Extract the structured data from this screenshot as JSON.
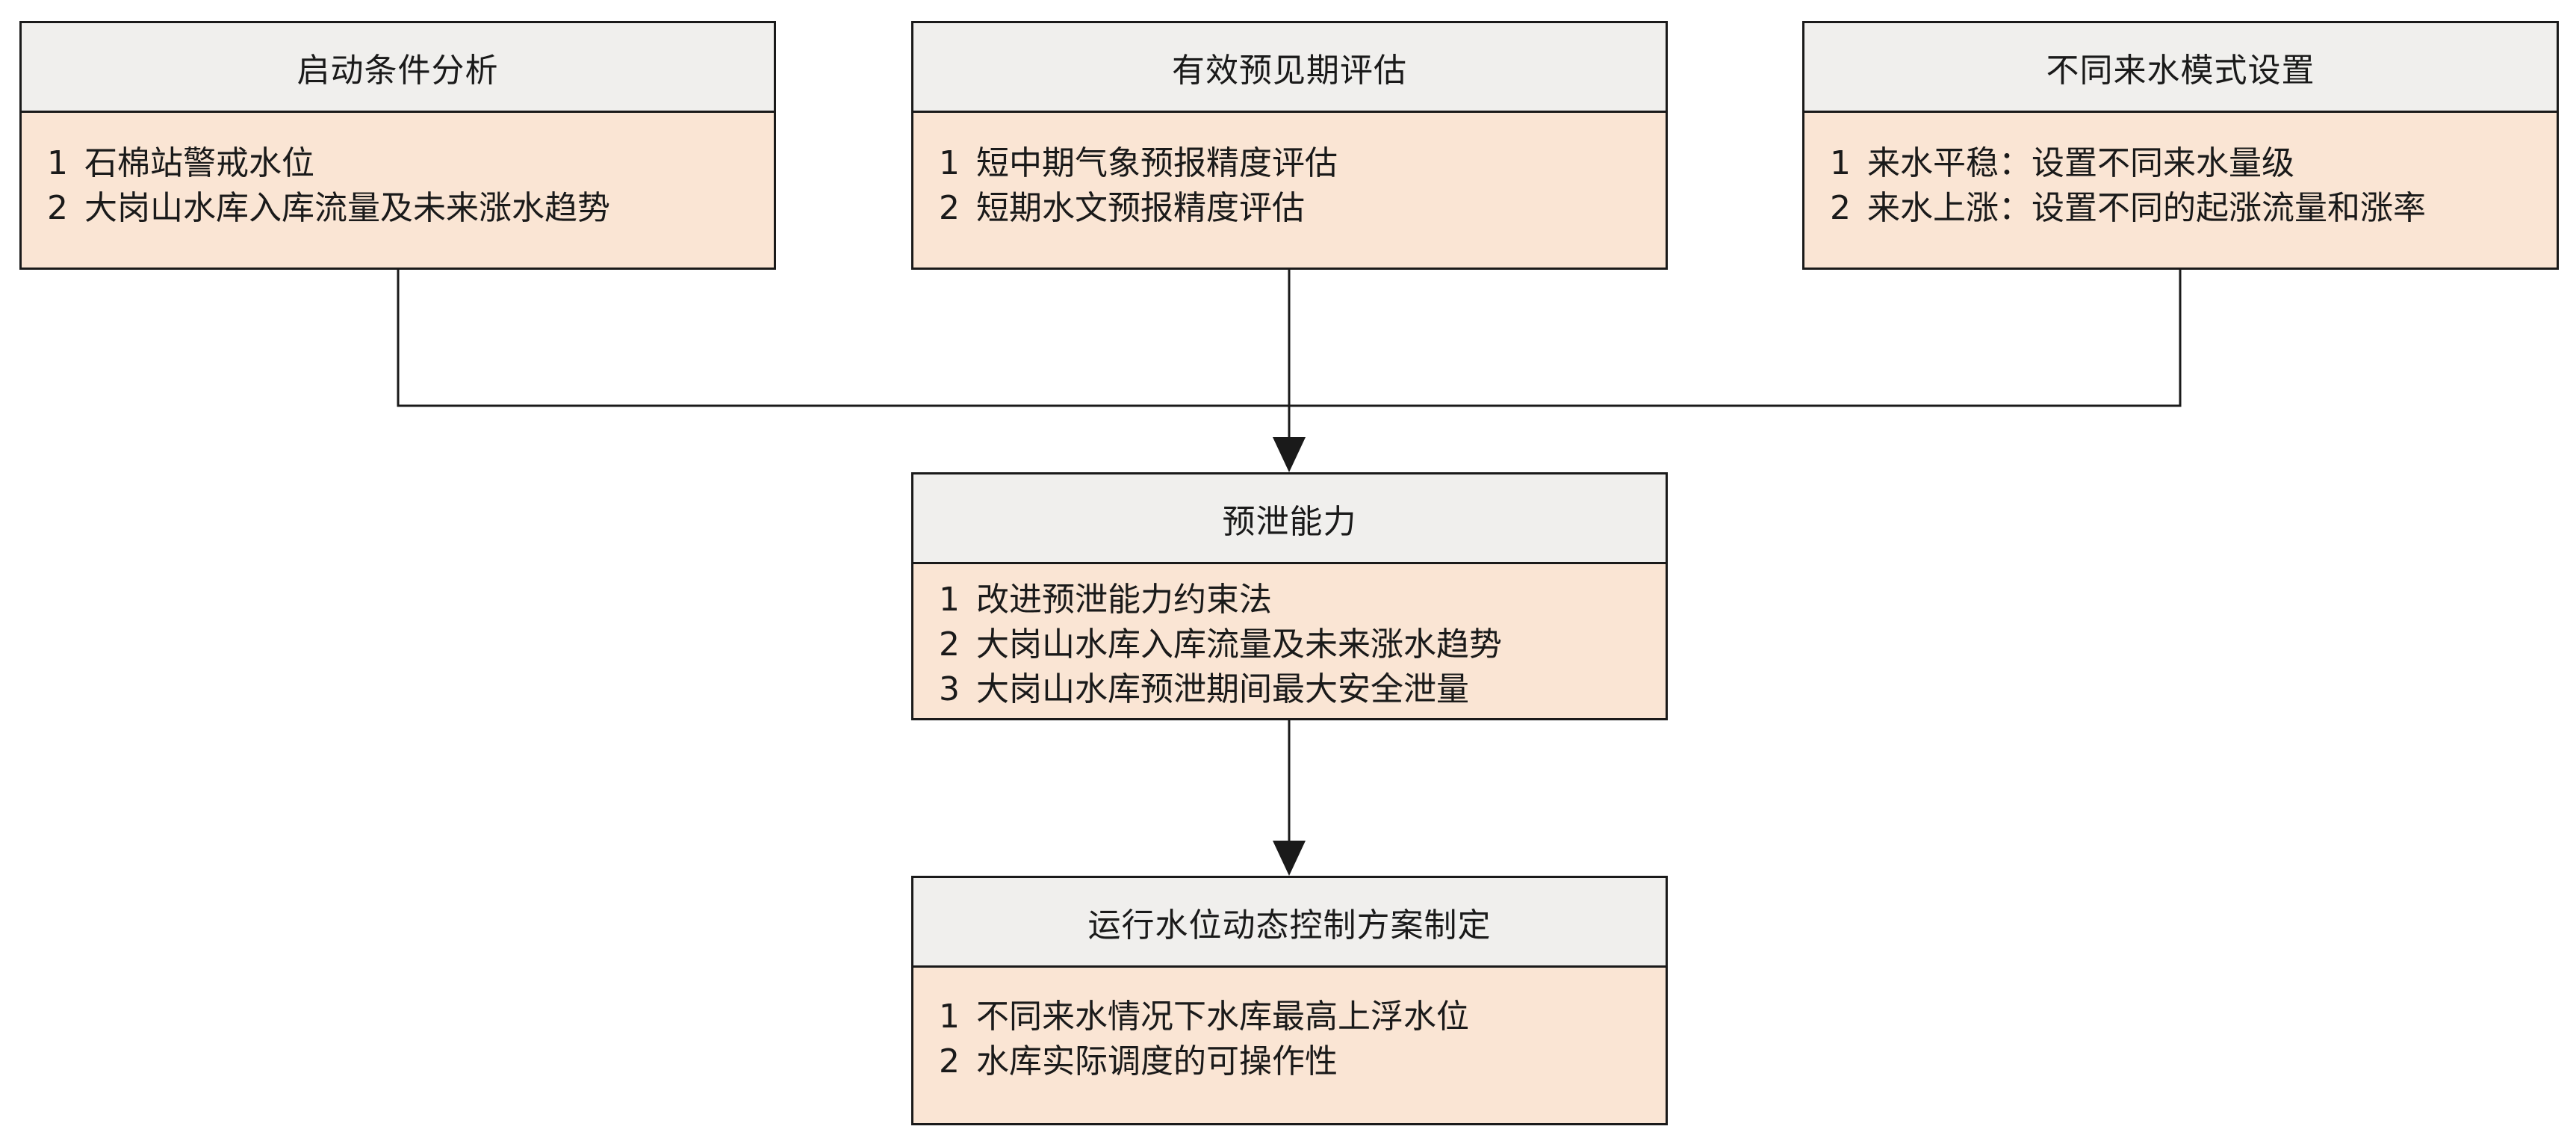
{
  "nodes": {
    "start": {
      "title": "启动条件分析",
      "items": [
        {
          "num": "1",
          "text": "石棉站警戒水位"
        },
        {
          "num": "2",
          "text": "大岗山水库入库流量及未来涨水趋势"
        }
      ]
    },
    "eval": {
      "title": "有效预见期评估",
      "items": [
        {
          "num": "1",
          "text": "短中期气象预报精度评估"
        },
        {
          "num": "2",
          "text": "短期水文预报精度评估"
        }
      ]
    },
    "modes": {
      "title": "不同来水模式设置",
      "items": [
        {
          "num": "1",
          "text": "来水平稳：设置不同来水量级"
        },
        {
          "num": "2",
          "text": "来水上涨：设置不同的起涨流量和涨率"
        }
      ]
    },
    "pre": {
      "title": "预泄能力",
      "items": [
        {
          "num": "1",
          "text": "改进预泄能力约束法"
        },
        {
          "num": "2",
          "text": "大岗山水库入库流量及未来涨水趋势"
        },
        {
          "num": "3",
          "text": "大岗山水库预泄期间最大安全泄量"
        }
      ]
    },
    "plan": {
      "title": "运行水位动态控制方案制定",
      "items": [
        {
          "num": "1",
          "text": "不同来水情况下水库最高上浮水位"
        },
        {
          "num": "2",
          "text": "水库实际调度的可操作性"
        }
      ]
    }
  },
  "colors": {
    "header_bg": "#f0efed",
    "body_bg": "#fae5d4",
    "line": "#1a1a1a"
  }
}
